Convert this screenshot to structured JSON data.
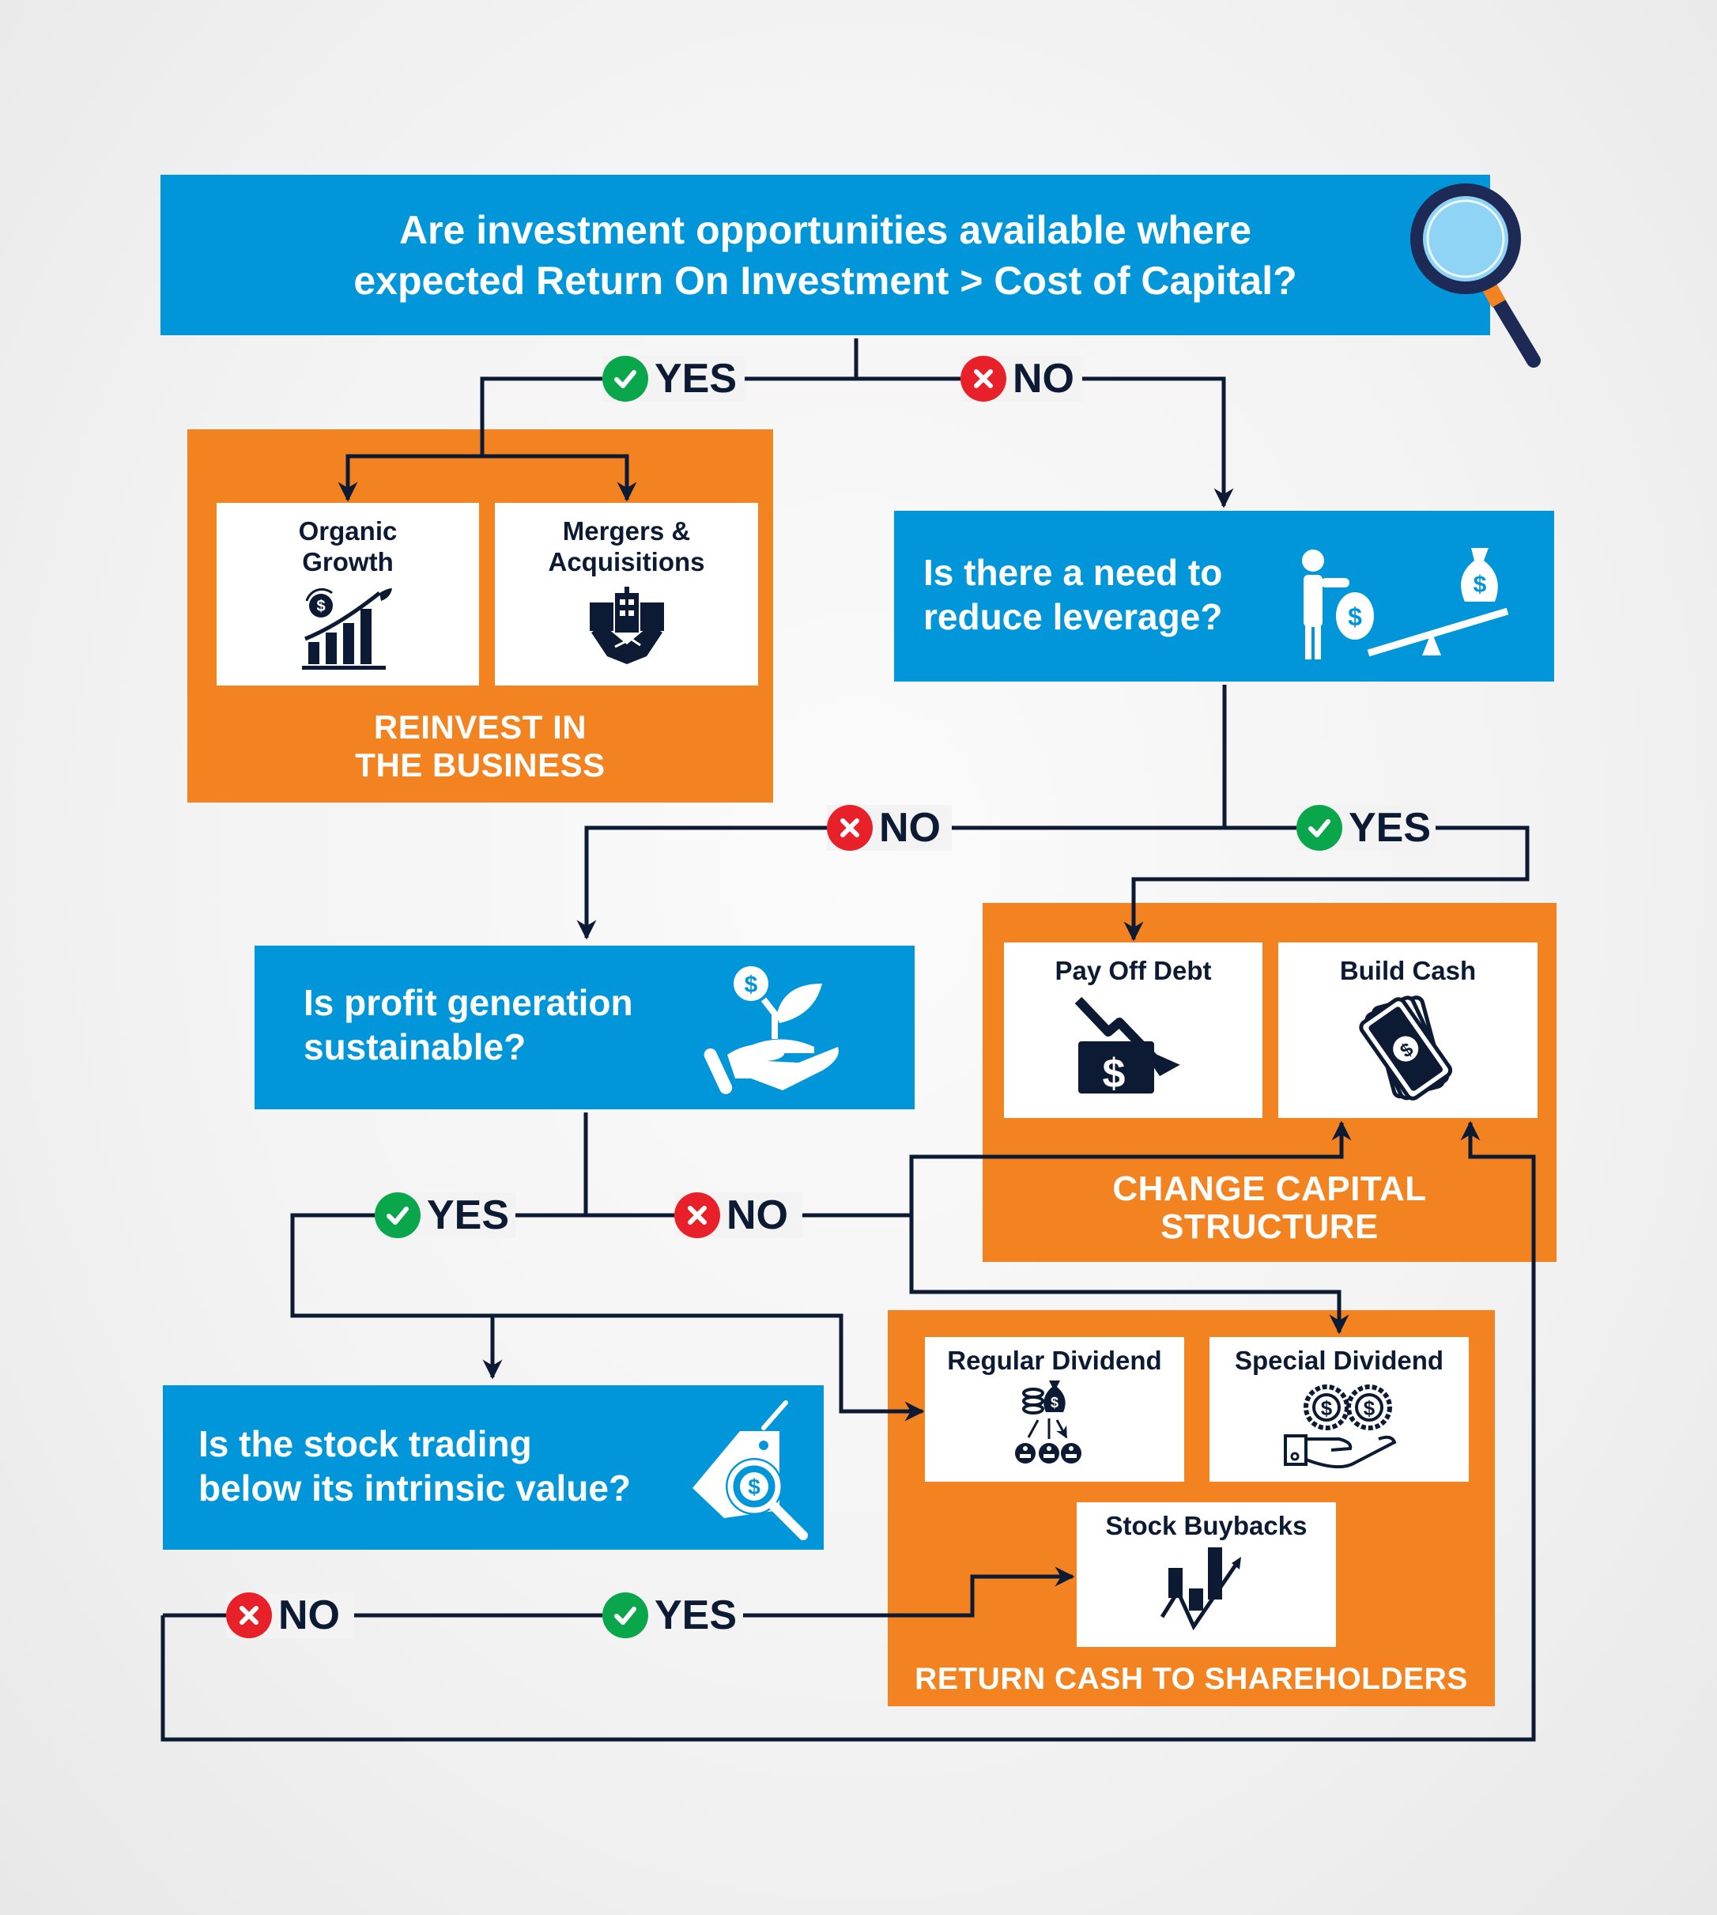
{
  "colors": {
    "question_box": "#0096d9",
    "action_box": "#f38220",
    "connector": "#0d1a33",
    "yes": "#0aa64b",
    "no": "#e8202a"
  },
  "questions": {
    "q1": {
      "line1": "Are investment opportunities available where",
      "line2": "expected Return On Investment > Cost of Capital?",
      "icon": "magnifying-glass-icon"
    },
    "q2": {
      "line1": "Is there a need to",
      "line2": "reduce leverage?",
      "icon": "leverage-seesaw-icon"
    },
    "q3": {
      "line1": "Is profit generation",
      "line2": "sustainable?",
      "icon": "money-plant-hand-icon"
    },
    "q4": {
      "line1": "Is the stock trading",
      "line2": "below its intrinsic value?",
      "icon": "price-tag-search-icon"
    }
  },
  "outcomes": {
    "reinvest": {
      "title_line1": "REINVEST IN",
      "title_line2": "THE BUSINESS",
      "options": [
        {
          "line1": "Organic",
          "line2": "Growth",
          "icon": "growth-chart-icon"
        },
        {
          "line1": "Mergers &",
          "line2": "Acquisitions",
          "icon": "merger-handshake-icon"
        }
      ]
    },
    "capital_structure": {
      "title_line1": "CHANGE CAPITAL",
      "title_line2": "STRUCTURE",
      "options": [
        {
          "label": "Pay Off Debt",
          "icon": "debt-down-icon"
        },
        {
          "label": "Build Cash",
          "icon": "cash-stack-icon"
        }
      ]
    },
    "return_cash": {
      "title": "RETURN CASH TO SHAREHOLDERS",
      "options": [
        {
          "label": "Regular Dividend",
          "icon": "dividend-distribution-icon"
        },
        {
          "label": "Special Dividend",
          "icon": "coins-hand-icon"
        },
        {
          "label": "Stock Buybacks",
          "icon": "stock-up-chart-icon"
        }
      ]
    }
  },
  "branches": {
    "q1_yes": "YES",
    "q1_no": "NO",
    "q2_no": "NO",
    "q2_yes": "YES",
    "q3_yes": "YES",
    "q3_no": "NO",
    "q4_no": "NO",
    "q4_yes": "YES"
  }
}
